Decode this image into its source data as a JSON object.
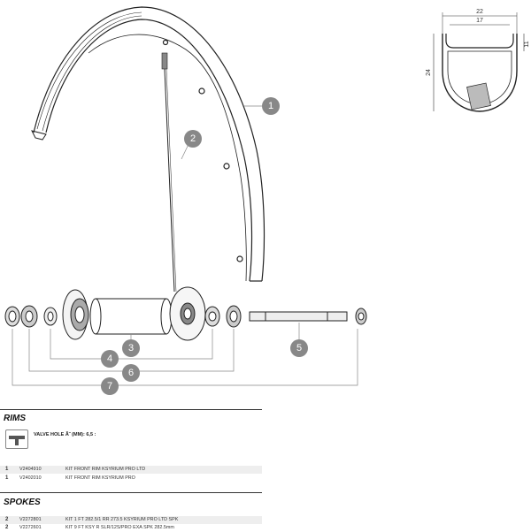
{
  "callouts": [
    "1",
    "2",
    "3",
    "4",
    "5",
    "6",
    "7"
  ],
  "profile": {
    "width_outer": "22",
    "width_inner": "17",
    "height": "24",
    "depth": "11"
  },
  "sections": {
    "rims": {
      "title": "RIMS",
      "valve_text": "VALVE HOLE Ã˜ (MM): 6,5 :",
      "rows": [
        {
          "qty": "1",
          "ref": "V2404910",
          "desc": "KIT FRONT RIM KSYRIUM PRO LTD"
        },
        {
          "qty": "1",
          "ref": "V2402010",
          "desc": "KIT FRONT RIM KSYRIUM PRO"
        }
      ]
    },
    "spokes": {
      "title": "SPOKES",
      "rows": [
        {
          "qty": "2",
          "ref": "V2272801",
          "desc": "KIT 1 FT 282.5/1 RR 273.5 KSYRIUM PRO LTD SPK"
        },
        {
          "qty": "2",
          "ref": "V2272601",
          "desc": "KIT 9 FT KSY R SLR/12S/PRO EXA SPK 282.5mm"
        }
      ]
    }
  }
}
